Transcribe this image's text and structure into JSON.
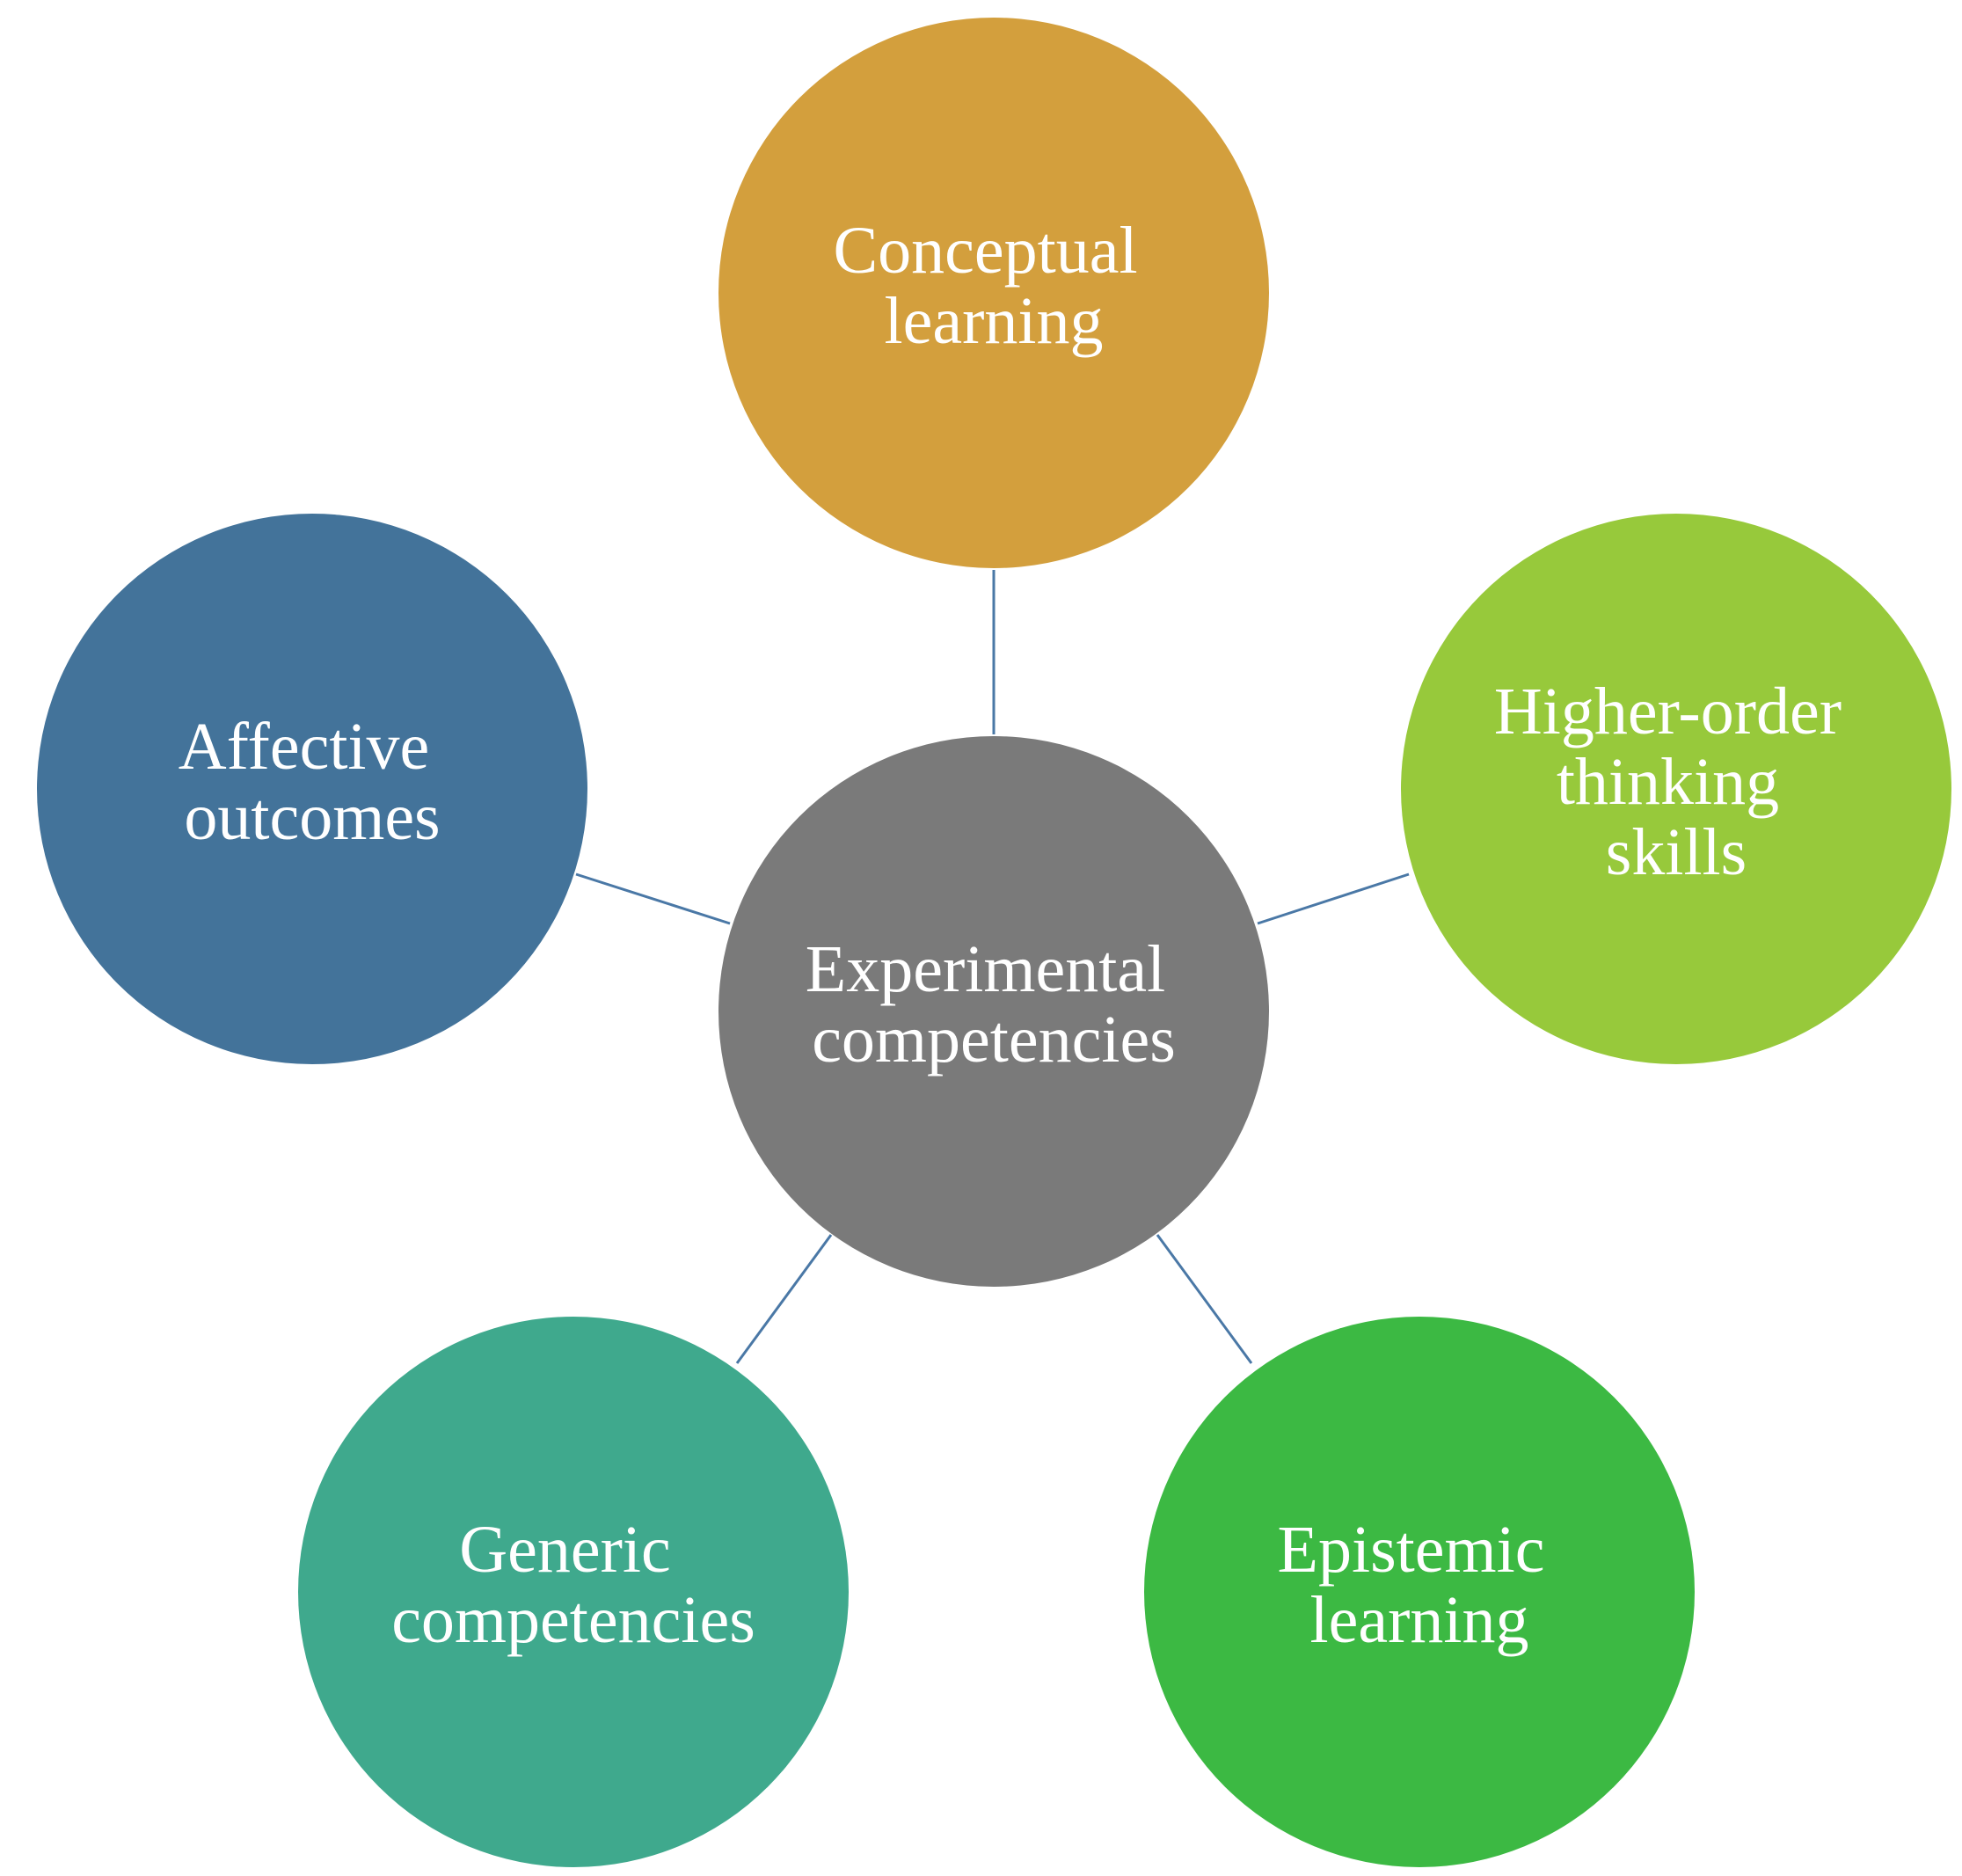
{
  "diagram": {
    "center": {
      "label_lines": [
        "Experimental",
        "competencies"
      ],
      "color": "#7a7a7a"
    },
    "nodes": [
      {
        "id": "conceptual-learning",
        "label_lines": [
          "Conceptual",
          "learning"
        ],
        "color": "#d39f3d"
      },
      {
        "id": "higher-order-thinking-skills",
        "label_lines": [
          "Higher-order",
          "thinking",
          "skills"
        ],
        "color": "#97c93b"
      },
      {
        "id": "epistemic-learning",
        "label_lines": [
          "Epistemic",
          "learning"
        ],
        "color": "#3cb943"
      },
      {
        "id": "generic-competencies",
        "label_lines": [
          "Generic",
          "competencies"
        ],
        "color": "#3fa98d"
      },
      {
        "id": "affective-outcomes",
        "label_lines": [
          "Affective",
          "outcomes"
        ],
        "color": "#43739a"
      }
    ],
    "connector_color": "#4a78a6"
  }
}
